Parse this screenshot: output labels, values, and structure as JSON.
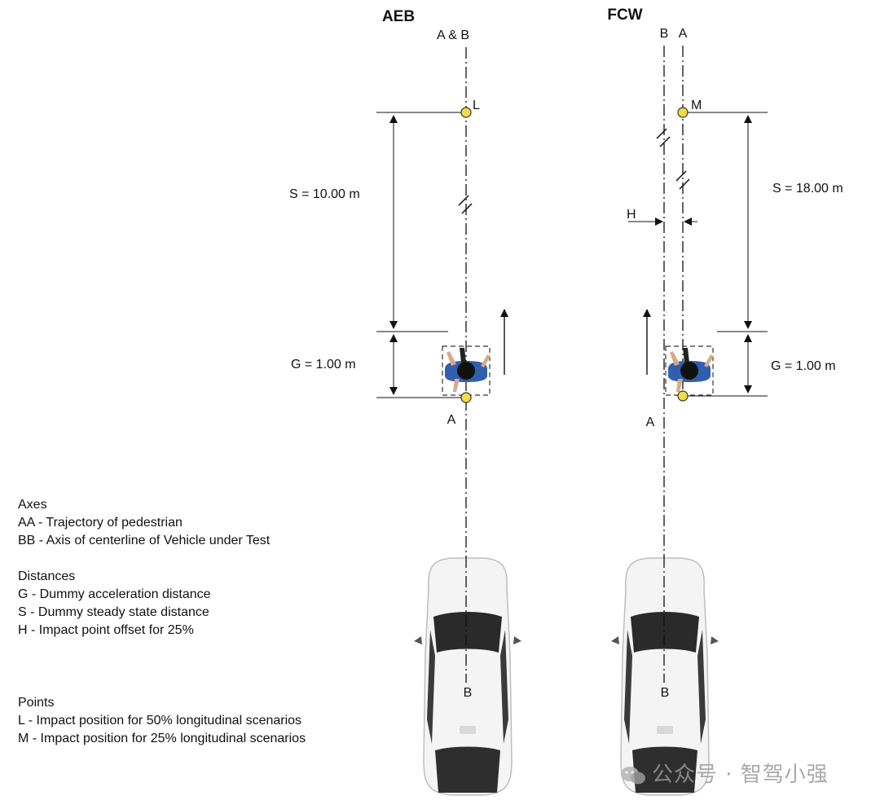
{
  "panels": {
    "aeb": {
      "title": "AEB",
      "axis_label": "A & B",
      "point_label": "L",
      "s_label": "S = 10.00 m",
      "g_label": "G = 1.00 m",
      "lower_axis_label": "A",
      "car_axis_label": "B"
    },
    "fcw": {
      "title": "FCW",
      "axis_b_label": "B",
      "axis_a_label": "A",
      "point_label": "M",
      "s_label": "S = 18.00 m",
      "g_label": "G = 1.00 m",
      "h_label": "H",
      "lower_axis_label": "A",
      "car_axis_label": "B"
    }
  },
  "legend": {
    "axes_heading": "Axes",
    "axes_items": [
      "AA - Trajectory of pedestrian",
      "BB - Axis of centerline of Vehicle under Test"
    ],
    "distances_heading": "Distances",
    "distances_items": [
      "G - Dummy acceleration distance",
      "S - Dummy steady state distance",
      "H - Impact point offset for 25%"
    ],
    "points_heading": "Points",
    "points_items": [
      "L - Impact position for 50% longitudinal scenarios",
      "M - Impact position for 25% longitudinal scenarios"
    ]
  },
  "watermark": "公众号 · 智驾小强",
  "colors": {
    "impact_point": "#f2dc4a",
    "pedestrian_shirt": "#2f5fae",
    "car_body": "#f4f4f4",
    "car_glass": "#2a2a2a"
  }
}
